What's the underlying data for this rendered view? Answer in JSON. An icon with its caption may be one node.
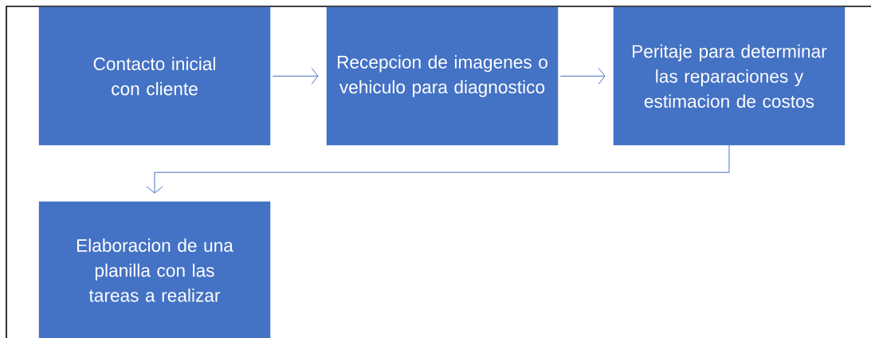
{
  "diagram": {
    "nodes": [
      {
        "text": [
          "Contacto inicial con cliente"
        ]
      },
      {
        "text": [
          "Recepcion de imagenes o vehiculo para diagnostico"
        ]
      },
      {
        "text": [
          "Peritaje para determinar las reparaciones y estimacion de costos"
        ]
      },
      {
        "text": [
          "Elaboracion de una planilla con las tareas a realizar"
        ]
      }
    ],
    "edges": [
      {
        "from": 0,
        "to": 1,
        "arrow": "to"
      },
      {
        "from": 1,
        "to": 2,
        "arrow": "to"
      },
      {
        "from": 2,
        "to": 3,
        "arrow": "to"
      }
    ]
  }
}
